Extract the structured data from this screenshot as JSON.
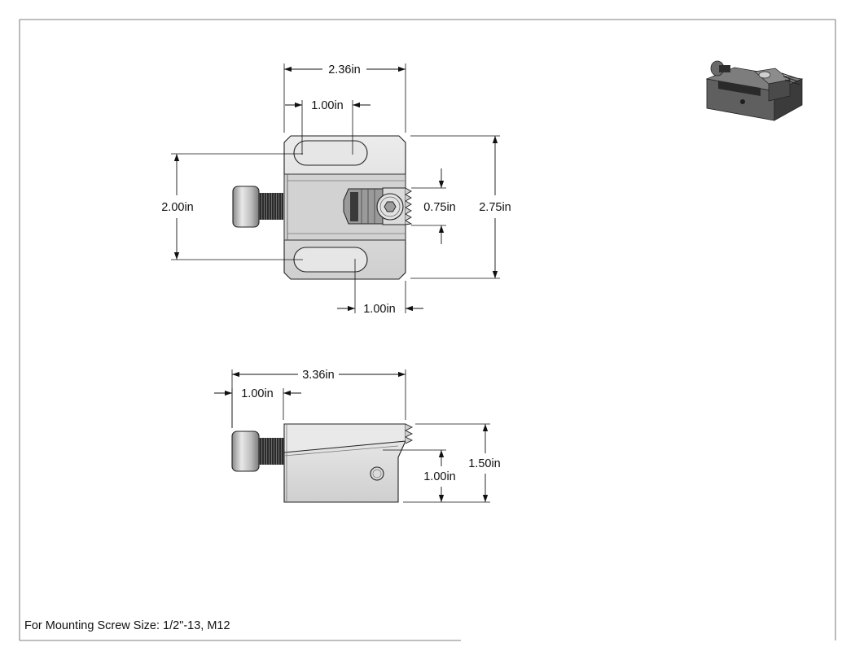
{
  "drawing": {
    "note": "For Mounting Screw Size: 1/2\"-13, M12",
    "top_view": {
      "overall_width": "2.36in",
      "slot_top_length": "1.00in",
      "slot_bottom_length": "1.00in",
      "slot_spacing": "2.00in",
      "jaw_width": "0.75in",
      "overall_height": "2.75in"
    },
    "side_view": {
      "overall_length": "3.36in",
      "screw_length": "1.00in",
      "body_height": "1.50in",
      "hole_height": "1.00in"
    }
  },
  "colors": {
    "metal_light": "#d9d9d9",
    "metal_mid": "#bdbdbd",
    "metal_dark": "#5a5a5a",
    "thread_dark": "#2a2a2a",
    "line": "#111111"
  }
}
